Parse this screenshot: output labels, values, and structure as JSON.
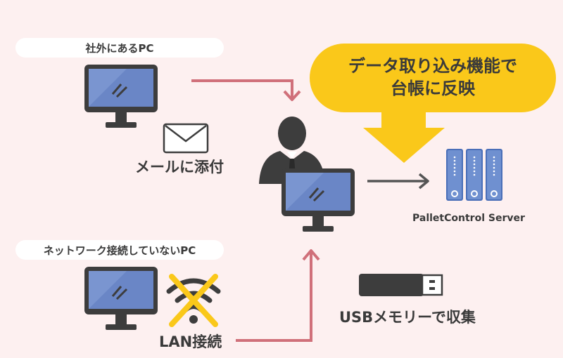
{
  "labels": {
    "external_pc": "社外にあるPC",
    "mail": "メールに添付",
    "offline_pc": "ネットワーク接続していないPC",
    "lan": "LAN接続",
    "usb": "USBメモリーで収集",
    "server": "PalletControl Server"
  },
  "bubble": {
    "line1": "データ取り込み機能で",
    "line2": "台帳に反映"
  },
  "colors": {
    "background": "#fdf0f0",
    "bubble": "#fac81a",
    "arrow_pink": "#d0707a",
    "arrow_dark": "#555555",
    "monitor_frame": "#3d3d3d",
    "monitor_screen": "#5b7cc0",
    "server": "#5b7cc0"
  }
}
